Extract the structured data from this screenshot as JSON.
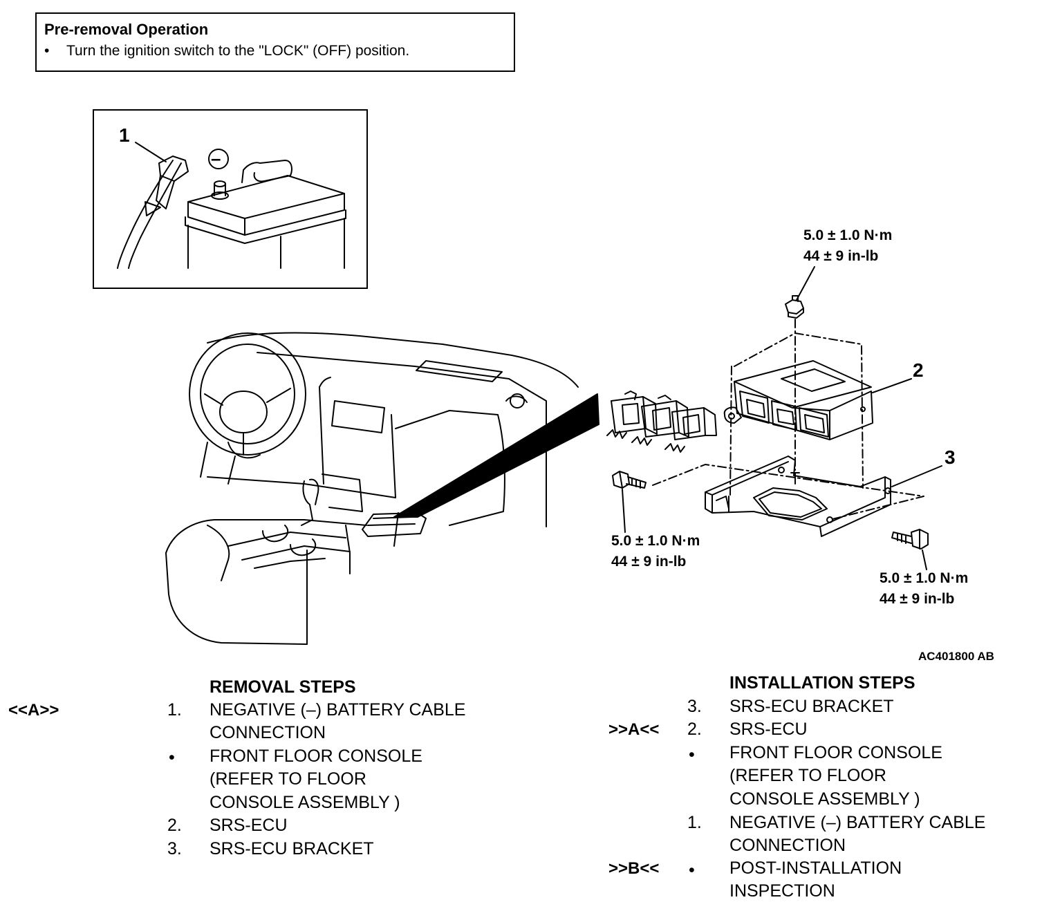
{
  "pre_removal": {
    "title": "Pre-removal Operation",
    "bullet": "•",
    "text": "Turn the ignition switch to the \"LOCK\" (OFF) position."
  },
  "diagram": {
    "callouts": {
      "c1": "1",
      "c2": "2",
      "c3": "3"
    },
    "negative_terminal_symbol": "–",
    "torque_top": {
      "line1": "5.0 ± 1.0 N·m",
      "line2": "44 ± 9 in-lb"
    },
    "torque_left": {
      "line1": "5.0 ± 1.0 N·m",
      "line2": "44 ± 9 in-lb"
    },
    "torque_right": {
      "line1": "5.0 ± 1.0 N·m",
      "line2": "44 ± 9 in-lb"
    },
    "figure_code": "AC401800 AB"
  },
  "removal": {
    "header": "REMOVAL STEPS",
    "marker": "<<A>>",
    "steps": [
      {
        "num": "1.",
        "lines": [
          "NEGATIVE (–) BATTERY CABLE",
          "CONNECTION"
        ]
      },
      {
        "num": "•",
        "lines": [
          "FRONT FLOOR CONSOLE",
          "(REFER TO FLOOR",
          "CONSOLE ASSEMBLY )"
        ]
      },
      {
        "num": "2.",
        "lines": [
          "SRS-ECU"
        ]
      },
      {
        "num": "3.",
        "lines": [
          "SRS-ECU BRACKET"
        ]
      }
    ]
  },
  "installation": {
    "header": "INSTALLATION STEPS",
    "marker_a": ">>A<<",
    "marker_b": ">>B<<",
    "steps": [
      {
        "num": "3.",
        "lines": [
          "SRS-ECU BRACKET"
        ]
      },
      {
        "num": "2.",
        "lines": [
          "SRS-ECU"
        ]
      },
      {
        "num": "•",
        "lines": [
          "FRONT FLOOR CONSOLE",
          "(REFER TO FLOOR",
          "CONSOLE ASSEMBLY  )"
        ]
      },
      {
        "num": "1.",
        "lines": [
          "NEGATIVE (–) BATTERY CABLE",
          "CONNECTION"
        ]
      },
      {
        "num": "•",
        "lines": [
          "POST-INSTALLATION",
          "INSPECTION"
        ]
      }
    ]
  }
}
